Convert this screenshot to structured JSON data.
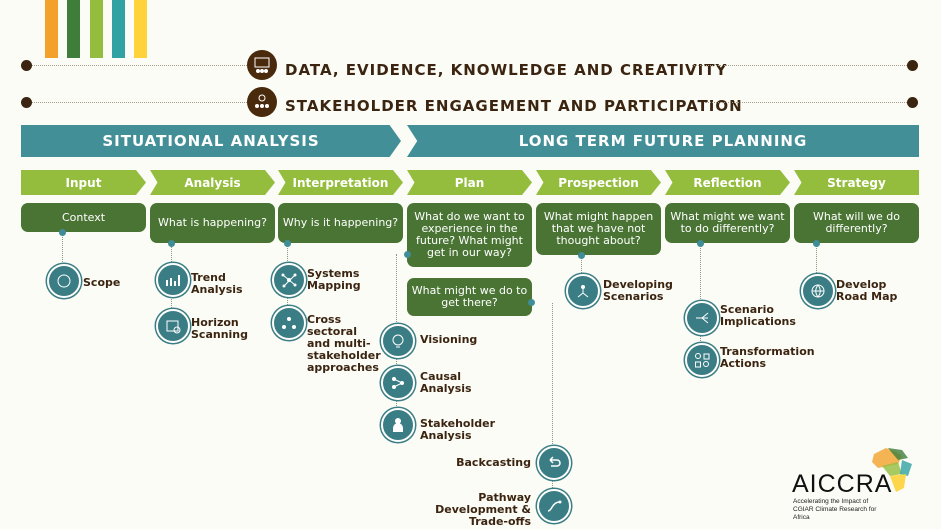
{
  "colors": {
    "teal": "#438f97",
    "light_green": "#95bd3d",
    "dark_green": "#4a7434",
    "brown": "#3b2410",
    "orange": "#f4a12c",
    "yellow": "#fdd23a"
  },
  "themes": [
    {
      "title": "DATA, EVIDENCE, KNOWLEDGE AND CREATIVITY",
      "icon": "data-presentation-icon"
    },
    {
      "title": "STAKEHOLDER ENGAGEMENT AND PARTICIPATION",
      "icon": "stakeholder-group-icon"
    }
  ],
  "phases": [
    {
      "label": "SITUATIONAL ANALYSIS"
    },
    {
      "label": "LONG TERM FUTURE PLANNING"
    }
  ],
  "steps": [
    {
      "label": "Input",
      "question": "Context"
    },
    {
      "label": "Analysis",
      "question": "What is happening?"
    },
    {
      "label": "Interpretation",
      "question": "Why is it happening?"
    },
    {
      "label": "Plan",
      "question": "What do we want to experience in the future? What might get in our way?",
      "question2": "What might we do to get there?"
    },
    {
      "label": "Prospection",
      "question": "What might happen that we have not thought about?"
    },
    {
      "label": "Reflection",
      "question": "What might we want to do differently?"
    },
    {
      "label": "Strategy",
      "question": "What will we do differently?"
    }
  ],
  "tools": {
    "scope": "Scope",
    "trend": "Trend Analysis",
    "horizon": "Horizon Scanning",
    "systems": "Systems Mapping",
    "cross": "Cross sectoral and multi-stakeholder approaches",
    "visioning": "Visioning",
    "causal": "Causal Analysis",
    "stakeholder": "Stakeholder Analysis",
    "backcasting": "Backcasting",
    "pathway": "Pathway Development & Trade-offs",
    "scenarios": "Developing Scenarios",
    "implications": "Scenario Implications",
    "transformation": "Transformation Actions",
    "roadmap": "Develop Road Map"
  },
  "logo": {
    "name": "AICCRA",
    "tagline": "Accelerating the Impact of CGIAR Climate Research for Africa"
  }
}
